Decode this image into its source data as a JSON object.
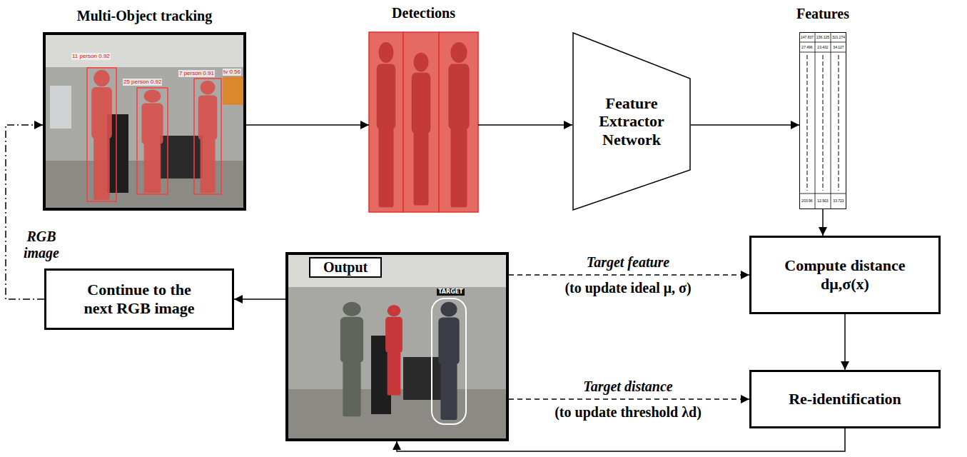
{
  "diagram": {
    "nodes": [
      {
        "text": [
          "Multi-Object tracking"
        ]
      },
      {
        "text": [
          "Detections"
        ]
      },
      {
        "text": [
          "Feature Extractor Network"
        ]
      },
      {
        "text": [
          "Features"
        ]
      },
      {
        "text": [
          "Compute distance",
          "dμ,σ(x)"
        ]
      },
      {
        "text": [
          "Re-identification"
        ]
      },
      {
        "text": [
          "Output"
        ]
      },
      {
        "text": [
          "Continue to the next RGB image"
        ]
      }
    ],
    "edges": [
      {
        "from": 0,
        "to": 1,
        "arrow": "to"
      },
      {
        "from": 1,
        "to": 2,
        "arrow": "to"
      },
      {
        "from": 2,
        "to": 3,
        "arrow": "to"
      },
      {
        "from": 3,
        "to": 4,
        "arrow": "to"
      },
      {
        "from": 4,
        "to": 5,
        "arrow": "to"
      },
      {
        "from": 5,
        "to": 6,
        "arrow": "to"
      },
      {
        "from": 6,
        "to": 4,
        "label": "Target feature",
        "arrow": "to"
      },
      {
        "from": 6,
        "to": 5,
        "label": "Target distance",
        "arrow": "to"
      },
      {
        "from": 6,
        "to": 7,
        "arrow": "to"
      },
      {
        "from": 7,
        "to": 0,
        "label": "RGB image",
        "arrow": "to"
      }
    ],
    "labels": [
      "11 person 0.92",
      "25 person 0.92",
      "7 person 0.91",
      "tv 0.56",
      "147.837",
      "236.125",
      "321.274",
      "27.496",
      "23.432",
      "34.127",
      "203.96",
      "12.903",
      "33.723",
      "(to update ideal μ, σ)",
      "(to update threshold λd)",
      "TARGET"
    ]
  }
}
